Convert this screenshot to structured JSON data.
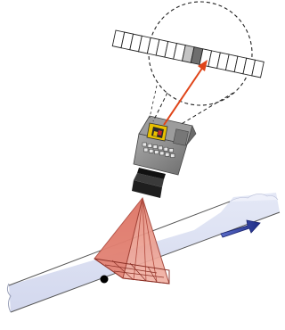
{
  "diagram": {
    "sensor": {
      "pixel_count": 17,
      "highlighted_pixel_index": 9
    },
    "camera": {
      "keypad_rows": 2,
      "keypad_cols": 6
    },
    "colors": {
      "sensor_highlight": "#6e6e6e",
      "sensor_neighbor": "#c4c4c4",
      "beam": "#e07060",
      "arrow": "#e04418",
      "web": "#dfe3f3",
      "direction_arrow": "#2a3a9a",
      "camera_body": "#8a8a8a",
      "lens": "#1e1e1e",
      "display": "#e8c000"
    },
    "motion_direction": "right"
  }
}
